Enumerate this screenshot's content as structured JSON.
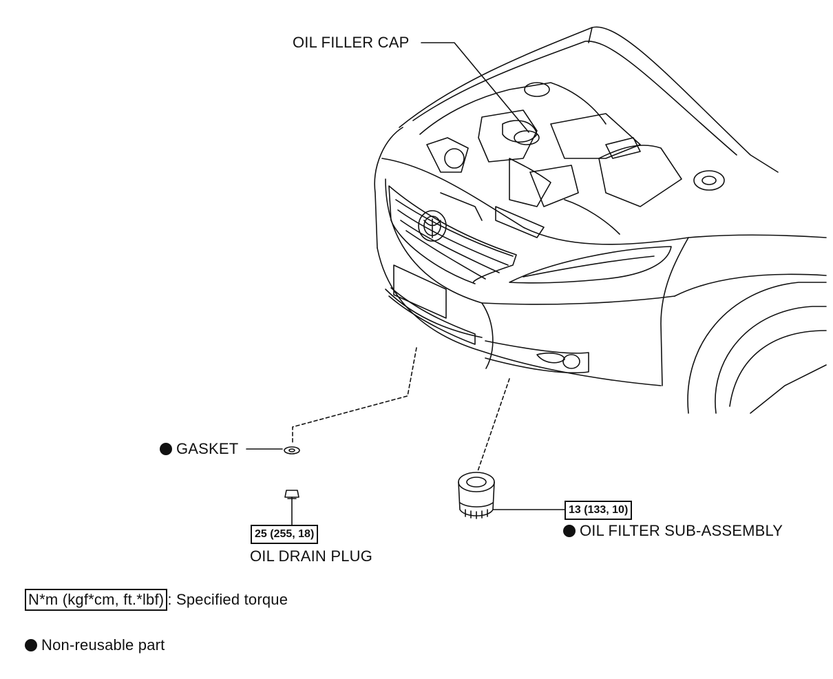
{
  "labels": {
    "oil_filler_cap": "OIL FILLER CAP",
    "gasket": "GASKET",
    "oil_drain_plug": "OIL DRAIN PLUG",
    "oil_filter": "OIL FILTER SUB-ASSEMBLY"
  },
  "torque": {
    "drain_plug": "25 (255, 18)",
    "oil_filter": "13 (133, 10)"
  },
  "legend": {
    "torque_units": "N*m (kgf*cm, ft.*lbf)",
    "torque_desc": ": Specified torque",
    "non_reusable": "Non-reusable part"
  },
  "colors": {
    "line": "#111111",
    "background": "#ffffff"
  },
  "icons": {
    "non_reusable_marker": "filled-circle-icon"
  }
}
